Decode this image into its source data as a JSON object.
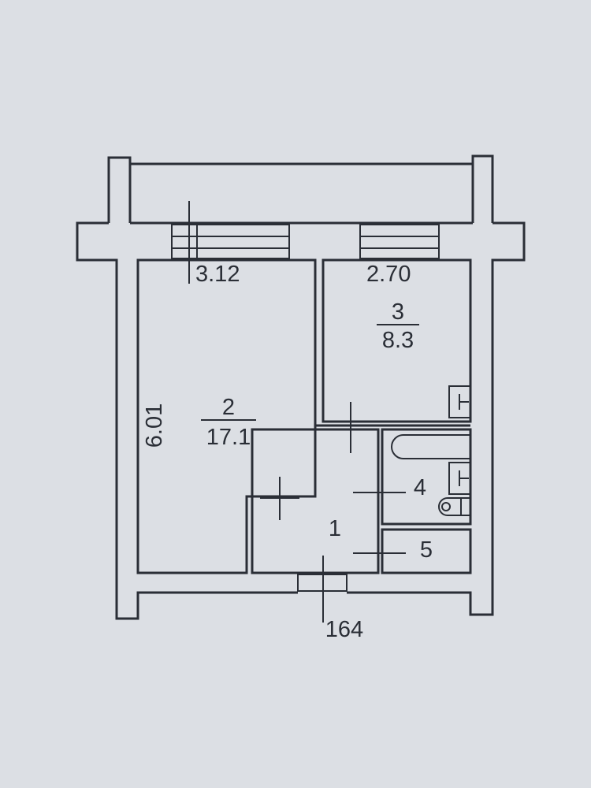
{
  "plan": {
    "dimensions": {
      "room2_width": "3.12",
      "room3_width": "2.70",
      "room2_length": "6.01",
      "entrance": "164"
    },
    "rooms": [
      {
        "number": "1"
      },
      {
        "number": "2",
        "area": "17.1"
      },
      {
        "number": "3",
        "area": "8.3"
      },
      {
        "number": "4"
      },
      {
        "number": "5"
      }
    ],
    "colors": {
      "paper": "#dcdfe4",
      "ink": "#2a2e36"
    }
  }
}
